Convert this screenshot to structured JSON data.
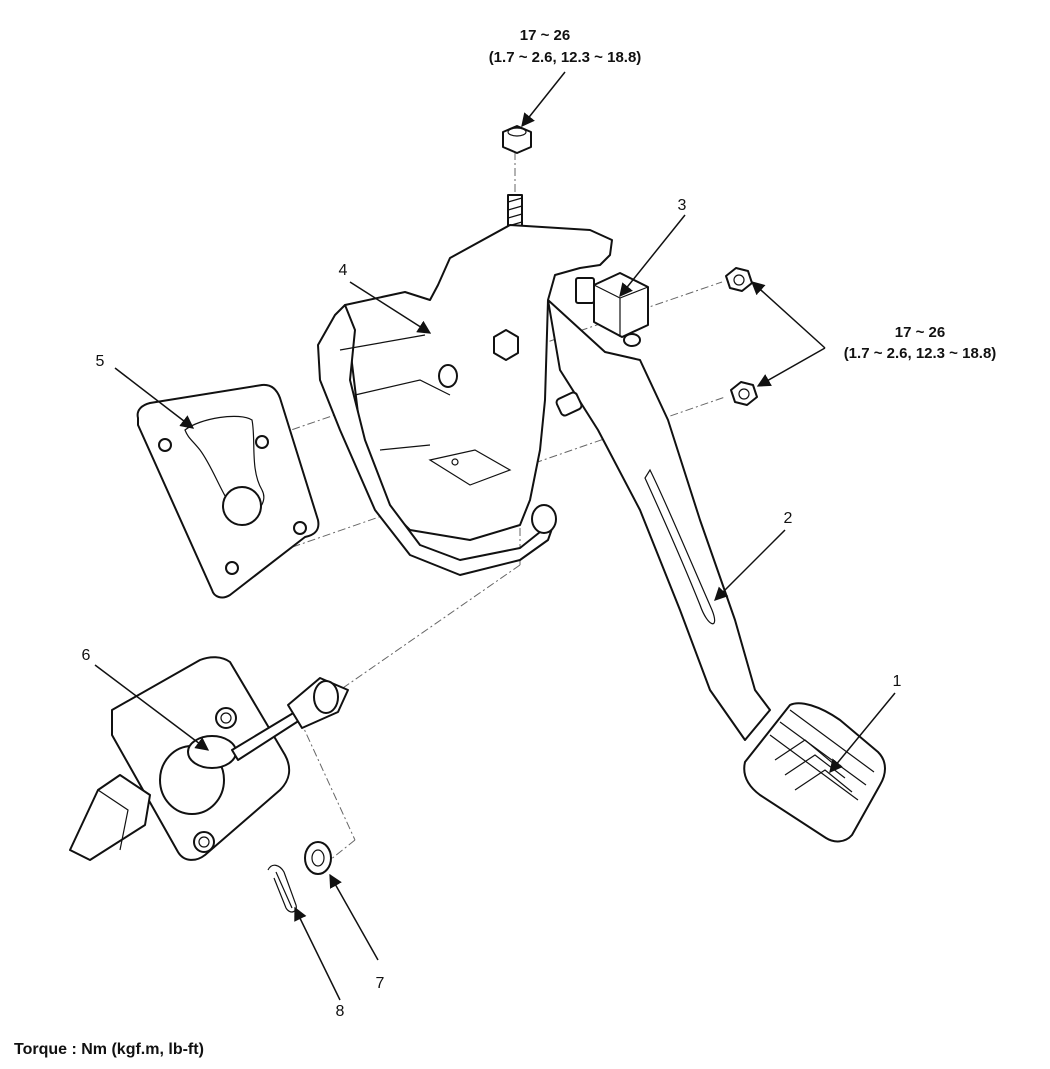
{
  "torque_top": {
    "line1": "17 ~ 26",
    "line2": "(1.7 ~ 2.6, 12.3 ~ 18.8)"
  },
  "torque_right": {
    "line1": "17 ~ 26",
    "line2": "(1.7 ~ 2.6, 12.3 ~ 18.8)"
  },
  "callouts": [
    "1",
    "2",
    "3",
    "4",
    "5",
    "6",
    "7",
    "8"
  ],
  "footer": "Torque : Nm (kgf.m, lb-ft)",
  "colors": {
    "line": "#111111",
    "background": "#ffffff"
  }
}
